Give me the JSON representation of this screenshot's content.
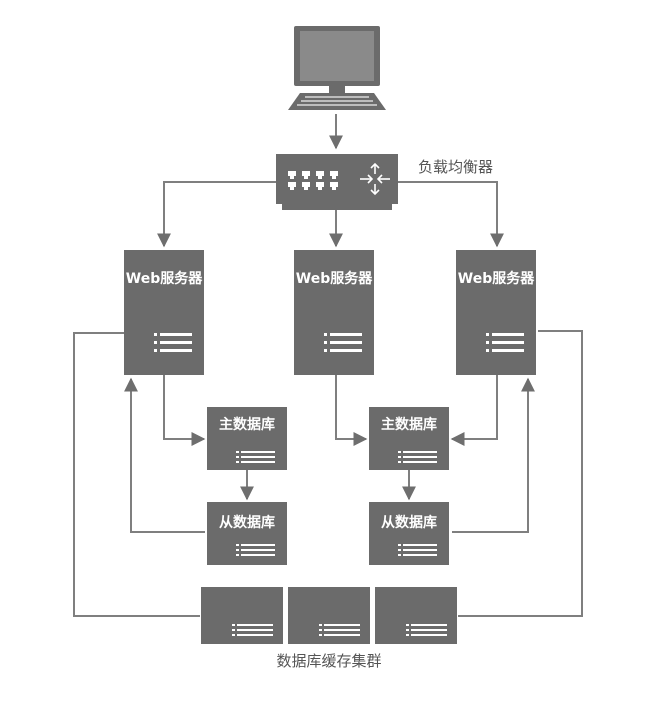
{
  "load_balancer": {
    "label": "负载均衡器"
  },
  "web_servers": [
    {
      "label": "Web服务器"
    },
    {
      "label": "Web服务器"
    },
    {
      "label": "Web服务器"
    }
  ],
  "master_dbs": [
    {
      "label": "主数据库"
    },
    {
      "label": "主数据库"
    }
  ],
  "slave_dbs": [
    {
      "label": "从数据库"
    },
    {
      "label": "从数据库"
    }
  ],
  "cache_cluster": {
    "label": "数据库缓存集群"
  },
  "colors": {
    "box": "#6b6b6b",
    "line": "#7f7f7f",
    "stripe": "#ffffff"
  },
  "icons": {
    "client": "computer-monitor-keyboard-icon",
    "balancer": "network-switch-icon",
    "server_lines": "list-lines-icon"
  }
}
